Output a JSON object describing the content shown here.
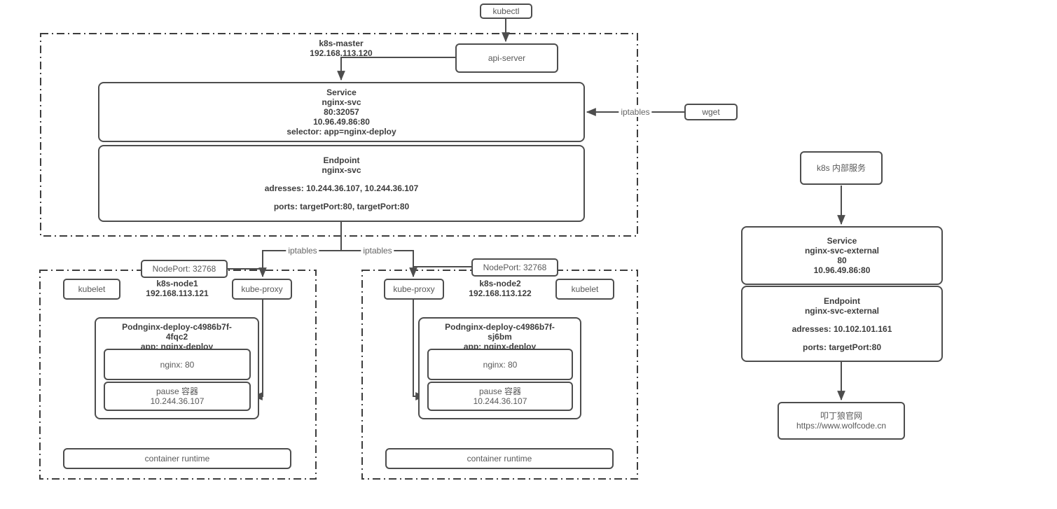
{
  "kubectl": {
    "label": "kubectl"
  },
  "api_server": {
    "label": "api-server"
  },
  "wget": {
    "label": "wget"
  },
  "labels": {
    "iptables_wget": "iptables",
    "iptables_left": "iptables",
    "iptables_right": "iptables",
    "nodeport1": "NodePort: 32768",
    "nodeport2": "NodePort: 32768"
  },
  "master": {
    "name": "k8s-master",
    "ip": "192.168.113.120",
    "service": {
      "l1": "Service",
      "l2": "nginx-svc",
      "l3": "80:32057",
      "l4": "10.96.49.86:80",
      "l5": "selector: app=nginx-deploy"
    },
    "endpoint": {
      "l1": "Endpoint",
      "l2": "nginx-svc",
      "l3": "adresses: 10.244.36.107, 10.244.36.107",
      "l4": "ports: targetPort:80, targetPort:80"
    }
  },
  "node1": {
    "name": "k8s-node1",
    "ip": "192.168.113.121",
    "kubelet": "kubelet",
    "kube_proxy": "kube-proxy",
    "pod": {
      "title1": "Podnginx-deploy-c4986b7f-",
      "title2": "4fqc2",
      "app": "app: nginx-deploy",
      "nginx": "nginx: 80",
      "pause1": "pause 容器",
      "pause2": "10.244.36.107"
    },
    "container_runtime": "container runtime"
  },
  "node2": {
    "name": "k8s-node2",
    "ip": "192.168.113.122",
    "kubelet": "kubelet",
    "kube_proxy": "kube-proxy",
    "pod": {
      "title1": "Podnginx-deploy-c4986b7f-",
      "title2": "sj6bm",
      "app": "app: nginx-deploy",
      "nginx": "nginx: 80",
      "pause1": "pause 容器",
      "pause2": "10.244.36.107"
    },
    "container_runtime": "container runtime"
  },
  "external": {
    "entry": "k8s 内部服务",
    "service": {
      "l1": "Service",
      "l2": "nginx-svc-external",
      "l3": "80",
      "l4": "10.96.49.86:80"
    },
    "endpoint": {
      "l1": "Endpoint",
      "l2": "nginx-svc-external",
      "l3": "adresses: 10.102.101.161",
      "l4": "ports: targetPort:80"
    },
    "website": {
      "l1": "叩丁狼官网",
      "l2": "https://www.wolfcode.cn"
    }
  },
  "colors": {
    "stroke": "#4d4d4d",
    "text": "#595959",
    "bold_text": "#3d3d3d",
    "background": "#ffffff"
  }
}
